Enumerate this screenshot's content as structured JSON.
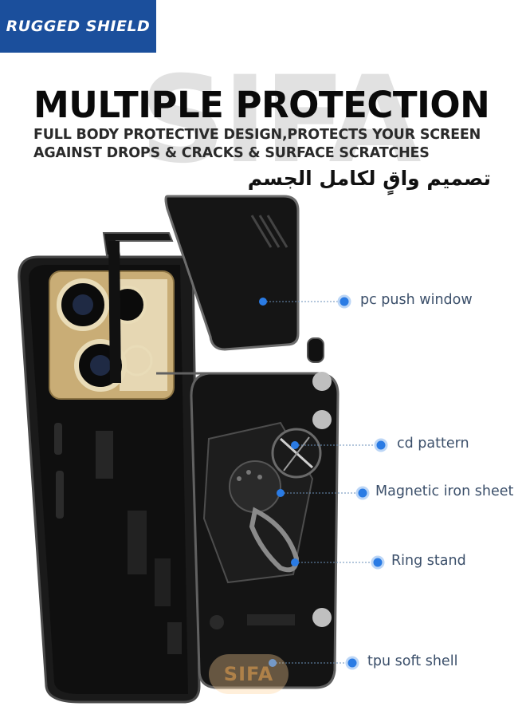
{
  "badge": {
    "text": "RUGGED SHIELD"
  },
  "watermark": {
    "big": "SIFA",
    "small": "SIFA"
  },
  "headline": "MULTIPLE PROTECTION",
  "subheadline": {
    "line1": "FULL BODY PROTECTIVE DESIGN,PROTECTS YOUR SCREEN",
    "line2": "AGAINST DROPS & CRACKS & SURFACE SCRATCHES"
  },
  "arabic_tagline": "تصميم واقٍ لكامل الجسم",
  "callouts": [
    {
      "label": "pc push window"
    },
    {
      "label": "cd pattern"
    },
    {
      "label": "Magnetic iron sheet"
    },
    {
      "label": "Ring stand"
    },
    {
      "label": "tpu soft shell"
    }
  ],
  "colors": {
    "badge_bg": "#1b4f9c",
    "callout_dot": "#2a7be4",
    "callout_text": "#3b4f6a",
    "case": "#111111",
    "camera_gold": "#d9c08a"
  }
}
